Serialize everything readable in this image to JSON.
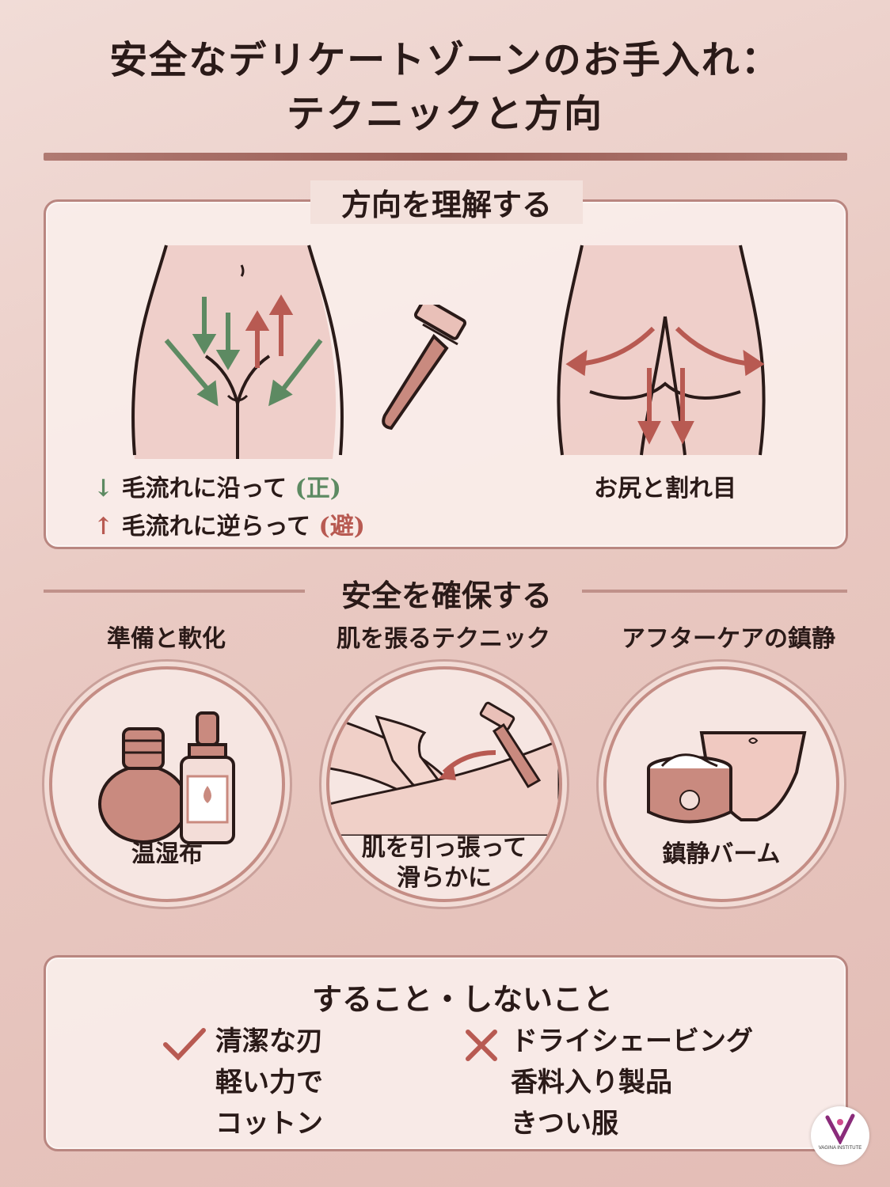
{
  "title_line1": "安全なデリケートゾーンのお手入れ：",
  "title_line2": "テクニックと方向",
  "direction": {
    "heading": "方向を理解する",
    "with_grain_prefix": "毛流れに沿って",
    "with_grain_tag": "(正)",
    "against_grain_prefix": "毛流れに逆らって",
    "against_grain_tag": "(避)",
    "rear_label": "お尻と割れ目"
  },
  "safety": {
    "heading": "安全を確保する",
    "prep_title": "準備と軟化",
    "stretch_title": "肌を張るテクニック",
    "aftercare_title": "アフターケアの鎮静",
    "prep_label": "温湿布",
    "stretch_label_line1": "肌を引っ張って",
    "stretch_label_line2": "滑らかに",
    "aftercare_label": "鎮静バーム"
  },
  "dos_donts": {
    "heading": "すること・しないこと",
    "dos": [
      "清潔な刃",
      "軽い力で",
      "コットン"
    ],
    "donts": [
      "ドライシェービング",
      "香料入り製品",
      "きつい服"
    ]
  },
  "logo": {
    "text": "VAGINA INSTITUTE"
  },
  "colors": {
    "good": "#5d8a62",
    "bad": "#b85a52",
    "accent": "#c48d85"
  }
}
